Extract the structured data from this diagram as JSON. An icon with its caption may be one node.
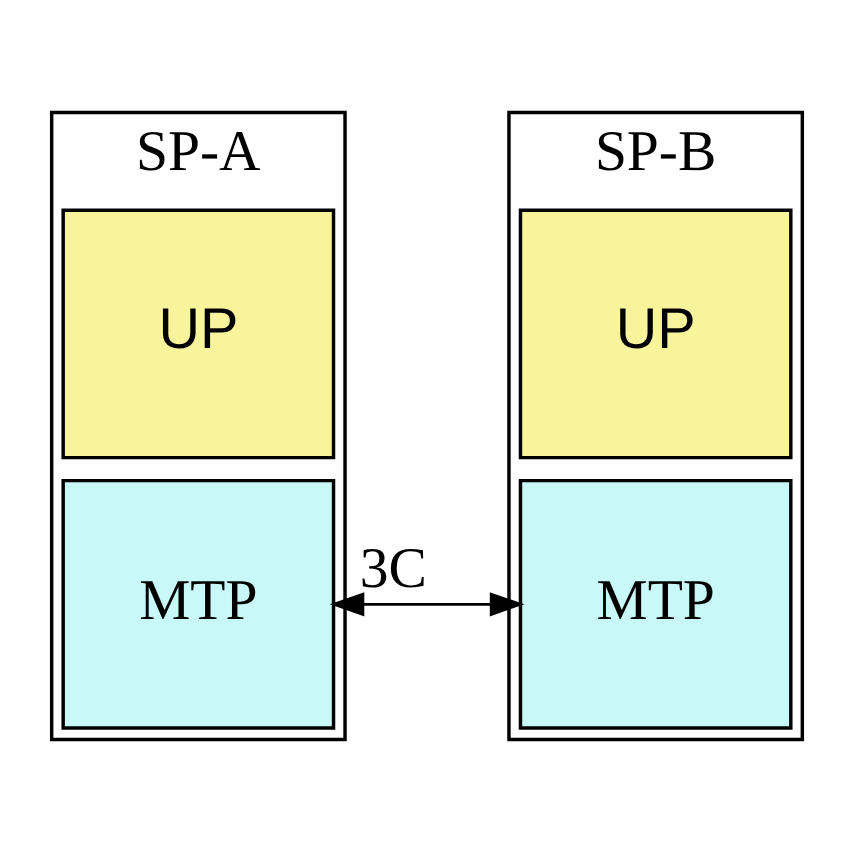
{
  "diagram": {
    "nodes": [
      {
        "text": [
          "SP-A"
        ]
      },
      {
        "text": [
          "UP"
        ],
        "in": 0
      },
      {
        "text": [
          "MTP"
        ],
        "in": 0
      },
      {
        "text": [
          "SP-B"
        ]
      },
      {
        "text": [
          "UP"
        ],
        "in": 3
      },
      {
        "text": [
          "MTP"
        ],
        "in": 3
      }
    ],
    "edges": [
      {
        "from": 2,
        "to": 5,
        "arrow": "both",
        "label": "3C"
      }
    ]
  }
}
